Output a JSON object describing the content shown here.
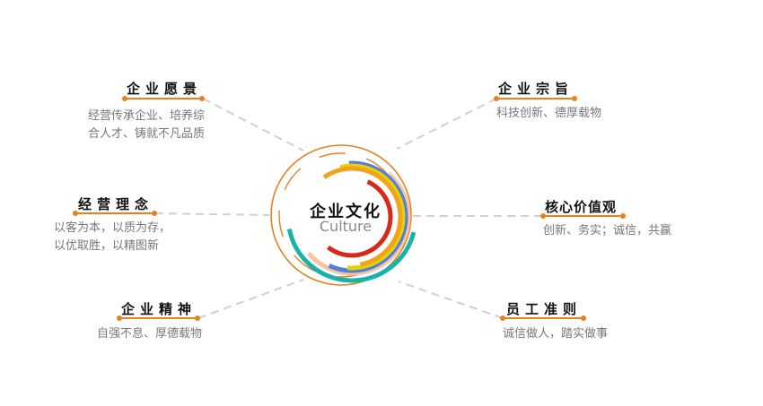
{
  "center": {
    "title": "企业文化",
    "subtitle": "Culture"
  },
  "items": [
    {
      "title": "企业愿景",
      "desc": [
        "经营传承企业、培养综",
        "合人才、铸就不凡品质"
      ]
    },
    {
      "title": "企业宗旨",
      "desc": [
        "科技创新、德厚载物"
      ]
    },
    {
      "title": "经营理念",
      "desc": [
        "以客为本，以质为存，",
        "以优取胜，以精图新"
      ]
    },
    {
      "title": "核心价值观",
      "desc": [
        "创新、务实；诚信，共赢"
      ]
    },
    {
      "title": "企业精神",
      "desc": [
        "自强不息、厚德载物"
      ]
    },
    {
      "title": "员工准则",
      "desc": [
        "诚信做人，踏实做事"
      ]
    }
  ],
  "colors": {
    "accent": "#e8801e",
    "dash": "#d0d0d0",
    "red": "#d42a1a",
    "orange": "#f2a31e",
    "yellow": "#e6d200",
    "blue": "#4f7fe0",
    "peach": "#f4c4a4",
    "teal": "#16b3ad"
  }
}
